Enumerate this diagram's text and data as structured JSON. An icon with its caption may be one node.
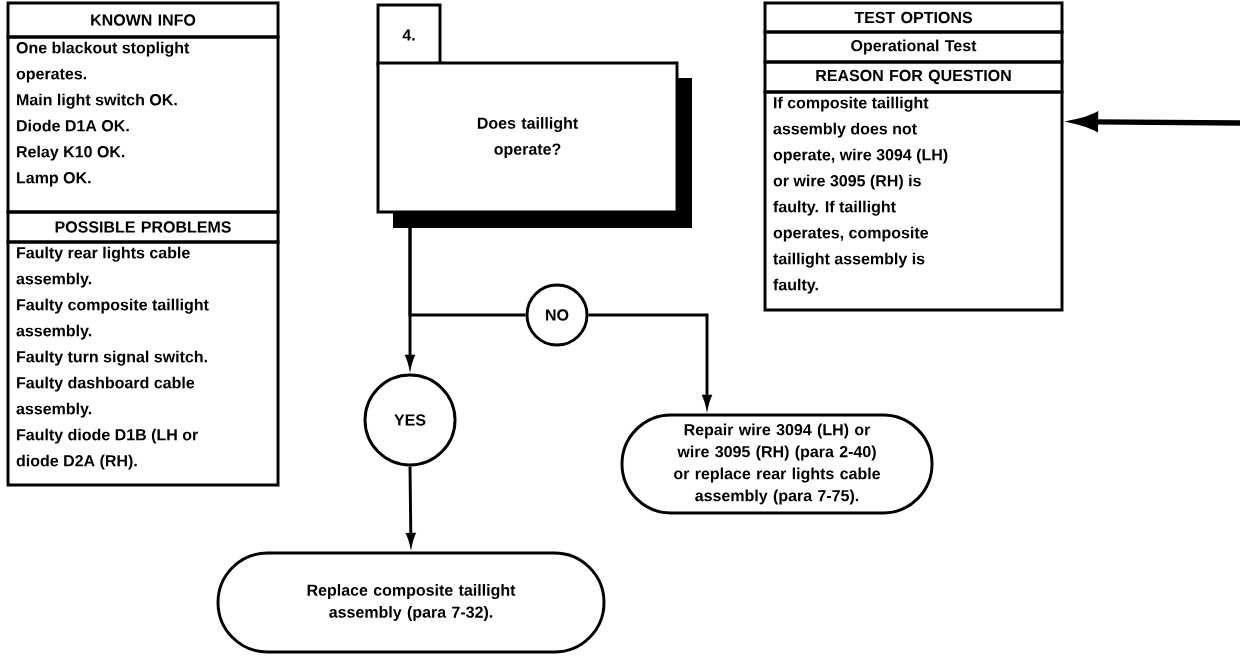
{
  "diagram": {
    "nodes": [
      {
        "text": [
          "KNOWN INFO"
        ]
      },
      {
        "text": [
          "One blackout stoplight operates.",
          "Main light switch OK.",
          "Diode D1A OK.",
          "Relay K10 OK.",
          "Lamp OK."
        ]
      },
      {
        "text": [
          "POSSIBLE PROBLEMS"
        ]
      },
      {
        "text": [
          "Faulty rear lights cable assembly.",
          "Faulty composite taillight assembly.",
          "Faulty turn signal switch.",
          "Faulty dashboard cable assembly.",
          "Faulty diode D1B (LH or diode D2A (RH)."
        ]
      },
      {
        "text": [
          "4."
        ]
      },
      {
        "text": [
          "Does taillight operate?"
        ]
      },
      {
        "text": [
          "TEST OPTIONS"
        ]
      },
      {
        "text": [
          "Operational Test"
        ]
      },
      {
        "text": [
          "REASON FOR QUESTION"
        ]
      },
      {
        "text": [
          "If composite taillight assembly does not operate, wire 3094 (LH) or wire 3095 (RH) is faulty.  If taillight operates, composite taillight assembly is faulty."
        ]
      },
      {
        "text": [
          "NO"
        ]
      },
      {
        "text": [
          "YES"
        ]
      },
      {
        "text": [
          "Repair wire 3094 (LH) or wire 3095 (RH) (para 2-40) or replace rear lights cable assembly (para 7-75)."
        ]
      },
      {
        "text": [
          "Replace composite taillight assembly (para 7-32)."
        ]
      }
    ],
    "edges": [
      {
        "from": 5,
        "to": 11,
        "arrow": "to"
      },
      {
        "from": 5,
        "to": 10,
        "arrow": "none"
      },
      {
        "from": 10,
        "to": 12,
        "arrow": "to"
      },
      {
        "from": 11,
        "to": 13,
        "arrow": "to"
      },
      {
        "from": null,
        "to": 9,
        "arrow": "to",
        "style": "thick"
      }
    ]
  }
}
